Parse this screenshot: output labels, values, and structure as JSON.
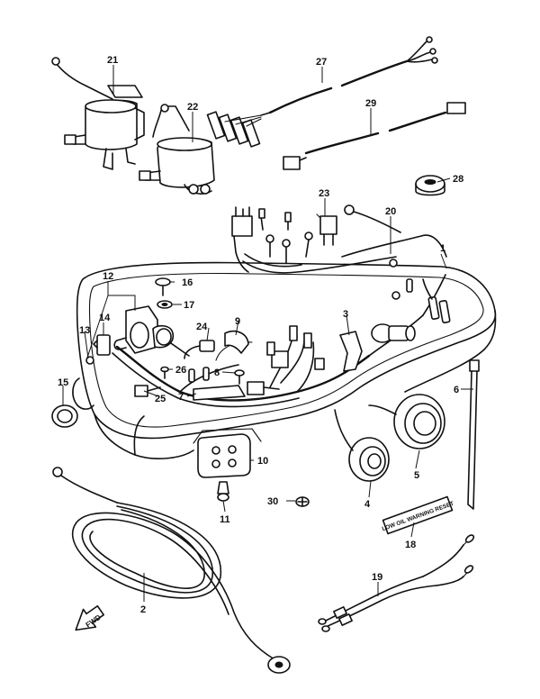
{
  "parts": {
    "p1": "1",
    "p2": "2",
    "p3": "3",
    "p4": "4",
    "p5": "5",
    "p6": "6",
    "p7": "7",
    "p8": "8",
    "p9": "9",
    "p10": "10",
    "p11": "11",
    "p12": "12",
    "p13": "13",
    "p14": "14",
    "p15": "15",
    "p16": "16",
    "p17": "17",
    "p18": "18",
    "p19": "19",
    "p20": "20",
    "p21": "21",
    "p22": "22",
    "p23": "23",
    "p24": "24",
    "p25": "25",
    "p26": "26",
    "p27": "27",
    "p28": "28",
    "p29": "29",
    "p30": "30"
  },
  "warning_label_text": "LOW OIL WARNING RESET",
  "fwd_label": "FWD"
}
